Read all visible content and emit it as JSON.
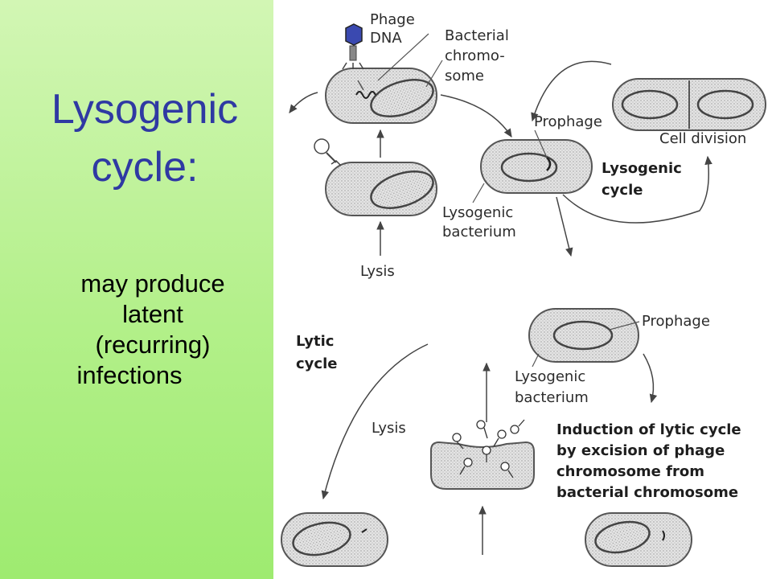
{
  "slide": {
    "title_line1": "Lysogenic",
    "title_line2": "cycle:",
    "body_line1": "may produce",
    "body_line2": "latent",
    "body_line3": "(recurring)",
    "body_line4": "infections"
  },
  "diagram": {
    "phage_dna_1": "Phage",
    "phage_dna_2": "DNA",
    "bacterial_chromosome_1": "Bacterial",
    "bacterial_chromosome_2": "chromo-",
    "bacterial_chromosome_3": "some",
    "prophage_top": "Prophage",
    "cell_division": "Cell division",
    "lysogenic_cycle_1": "Lysogenic",
    "lysogenic_cycle_2": "cycle",
    "lysogenic_bacterium_top_1": "Lysogenic",
    "lysogenic_bacterium_top_2": "bacterium",
    "lysis_top": "Lysis",
    "lytic_cycle_1": "Lytic",
    "lytic_cycle_2": "cycle",
    "prophage_bottom": "Prophage",
    "lysogenic_bacterium_bottom_1": "Lysogenic",
    "lysogenic_bacterium_bottom_2": "bacterium",
    "lysis_bottom": "Lysis",
    "induction_1": "Induction of lytic cycle",
    "induction_2": "by excision of phage",
    "induction_3": "chromosome from",
    "induction_4": "bacterial chromosome"
  },
  "colors": {
    "title_blue": "#2f39a3",
    "panel_green": "#b3f08a",
    "phage_head": "#3a49b0"
  }
}
